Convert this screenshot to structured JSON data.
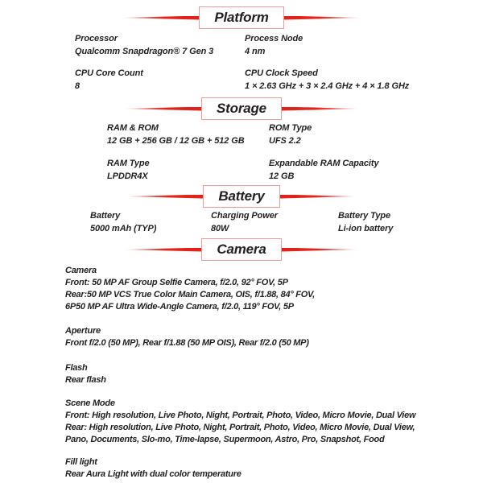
{
  "meta": {
    "accent_red": "#e2231b",
    "box_border": "#f09a9c",
    "text_color": "#231f20",
    "background": "#ffffff"
  },
  "sections": [
    {
      "title": "Platform",
      "items": [
        {
          "label": "Processor",
          "value": "Qualcomm Snapdragon® 7 Gen 3"
        },
        {
          "label": "Process Node",
          "value": "4 nm"
        },
        {
          "label": "CPU Core Count",
          "value": "8"
        },
        {
          "label": "CPU Clock Speed",
          "value": "1 × 2.63 GHz + 3 × 2.4 GHz + 4 × 1.8 GHz"
        }
      ]
    },
    {
      "title": "Storage",
      "items": [
        {
          "label": "RAM & ROM",
          "value": "12 GB + 256 GB / 12 GB + 512 GB"
        },
        {
          "label": "ROM Type",
          "value": "UFS 2.2"
        },
        {
          "label": "RAM Type",
          "value": "LPDDR4X"
        },
        {
          "label": "Expandable RAM Capacity",
          "value": "12 GB"
        }
      ]
    },
    {
      "title": "Battery",
      "items": [
        {
          "label": "Battery",
          "value": "5000 mAh (TYP)"
        },
        {
          "label": "Charging Power",
          "value": "80W"
        },
        {
          "label": "Battery Type",
          "value": "Li-ion battery"
        }
      ]
    },
    {
      "title": "Camera",
      "items": [
        {
          "label": "Camera",
          "lines": [
            "Front: 50 MP AF Group Selfie Camera, f/2.0, 92° FOV, 5P",
            "Rear:50 MP VCS True Color Main Camera, OIS, f/1.88, 84° FOV,",
            "6P50 MP AF Ultra Wide-Angle Camera, f/2.0, 119° FOV, 5P"
          ]
        },
        {
          "label": "Aperture",
          "lines": [
            "Front f/2.0 (50 MP), Rear f/1.88 (50 MP OIS), Rear f/2.0 (50 MP)"
          ]
        },
        {
          "label": "Flash",
          "lines": [
            "Rear flash"
          ]
        },
        {
          "label": "Scene Mode",
          "lines": [
            "Front: High resolution, Live Photo, Night, Portrait, Photo, Video, Micro Movie, Dual View",
            "Rear: High resolution, Live Photo, Night, Portrait, Photo, Video, Micro Movie, Dual View,",
            "Pano, Documents, Slo-mo, Time-lapse, Supermoon, Astro, Pro, Snapshot, Food"
          ]
        },
        {
          "label": "Fill light",
          "lines": [
            "Rear Aura Light with dual color temperature"
          ]
        }
      ]
    }
  ]
}
